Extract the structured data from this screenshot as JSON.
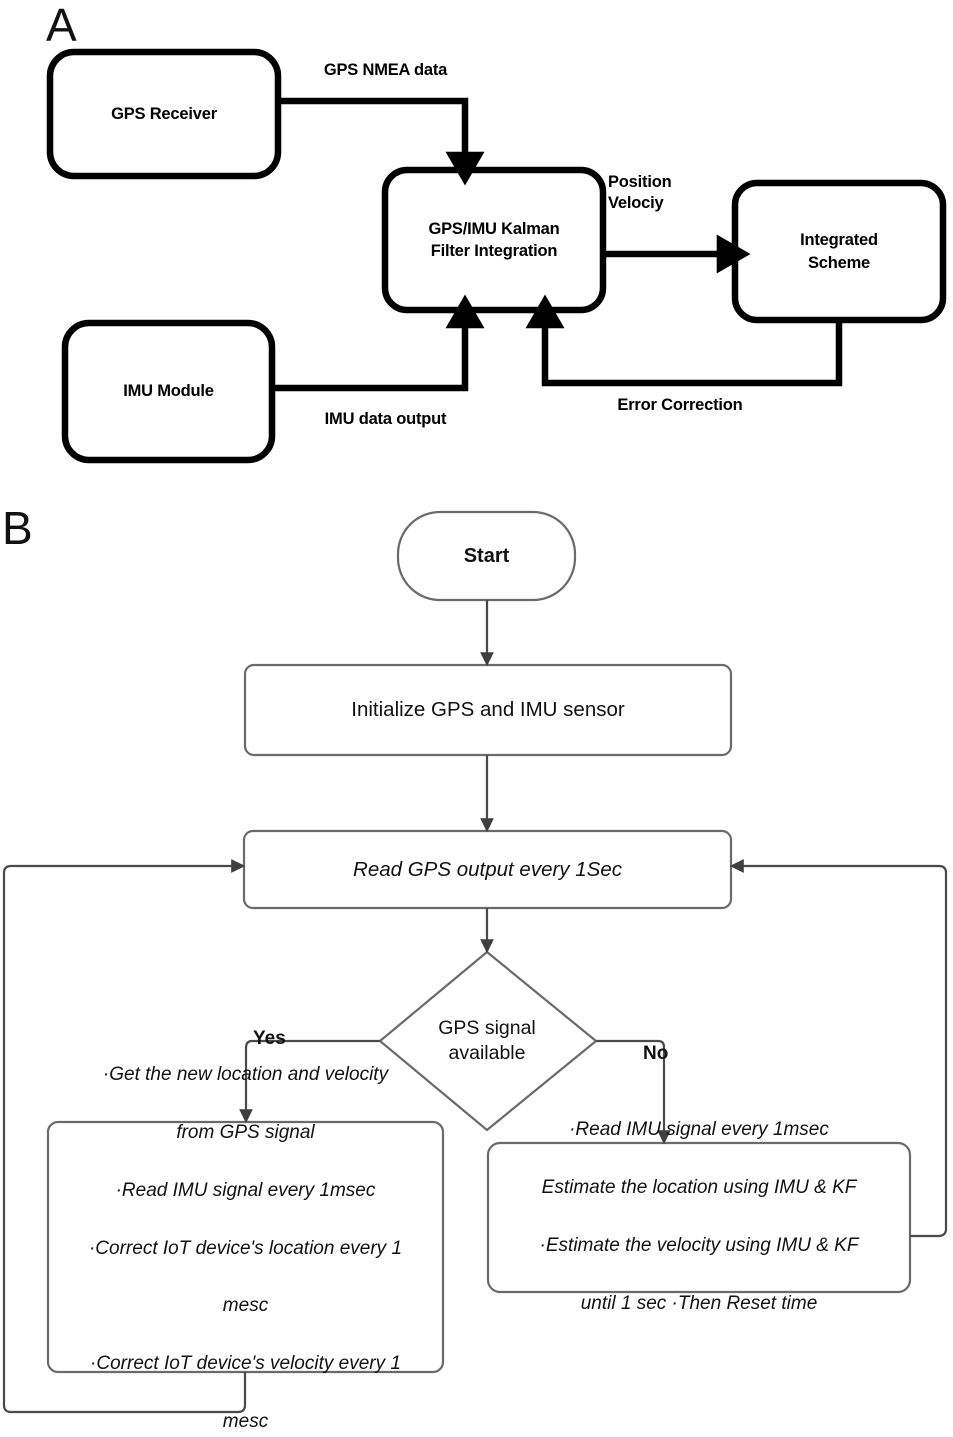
{
  "figure": {
    "panel_a_label": "A",
    "panel_b_label": "B"
  },
  "panel_a": {
    "nodes": {
      "gps_receiver": "GPS Receiver",
      "imu_module": "IMU Module",
      "kalman_line1": "GPS/IMU Kalman",
      "kalman_line2": "Filter Integration",
      "integrated_line1": "Integrated",
      "integrated_line2": "Scheme"
    },
    "edges": {
      "gps_nmea": "GPS NMEA data",
      "imu_out": "IMU data output",
      "pos_line1": "Position",
      "pos_line2": "Velociy",
      "error_correction": "Error Correction"
    }
  },
  "panel_b": {
    "start": "Start",
    "initialize": "Initialize GPS and IMU sensor",
    "read_gps": "Read GPS output every 1Sec",
    "decision_line1": "GPS signal",
    "decision_line2": "available",
    "yes_label": "Yes",
    "no_label": "No",
    "yes_box": [
      "·Get the new location and velocity",
      "from GPS signal",
      "·Read IMU signal every 1msec",
      "·Correct IoT device's location every 1",
      "mesc",
      "·Correct IoT device's velocity every 1",
      "mesc"
    ],
    "no_box": [
      "·Read IMU signal every 1msec",
      "Estimate the location using IMU & KF",
      "·Estimate the velocity using IMU & KF",
      "until 1 sec ·Then Reset time"
    ]
  },
  "colors": {
    "panel_a_stroke": "#000000",
    "panel_b_stroke": "#6a6a6a",
    "text": "#111111",
    "background": "#ffffff"
  }
}
